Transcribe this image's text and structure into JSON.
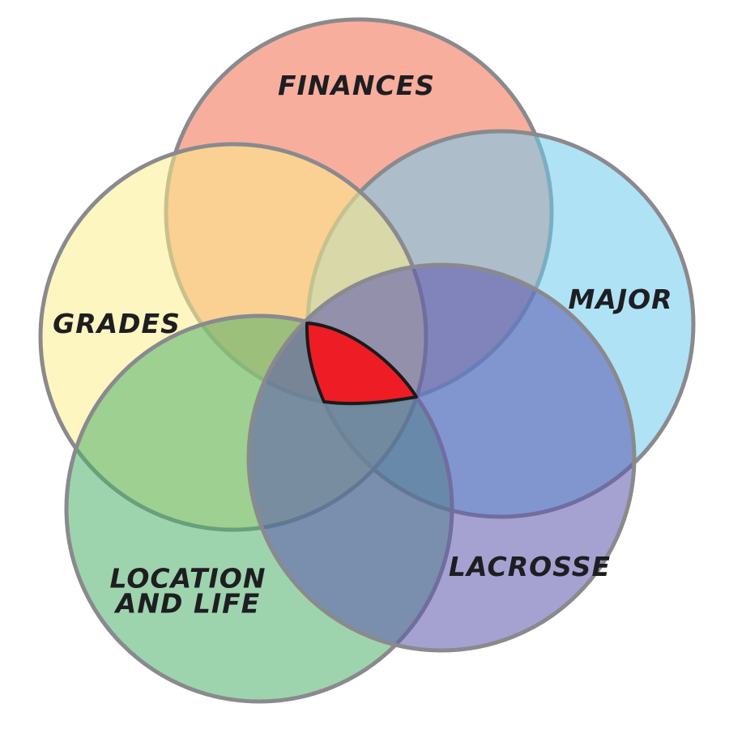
{
  "diagram": {
    "sets": [
      {
        "key": "finances",
        "label_lines": [
          "FINANCES"
        ],
        "color": "#f26b4a"
      },
      {
        "key": "major",
        "label_lines": [
          "MAJOR"
        ],
        "color": "#6fcbee"
      },
      {
        "key": "grades",
        "label_lines": [
          "GRADES"
        ],
        "color": "#fcef8c"
      },
      {
        "key": "location",
        "label_lines": [
          "LOCATION",
          "AND LIFE"
        ],
        "color": "#4fb06a"
      },
      {
        "key": "lacrosse",
        "label_lines": [
          "LACROSSE"
        ],
        "color": "#5b56ad"
      }
    ],
    "circle_stroke_color": "#8a8a8e",
    "center_highlight_color": "#ee1c25",
    "center_outline_color": "#1a1a1a",
    "background_color": "#ffffff"
  }
}
